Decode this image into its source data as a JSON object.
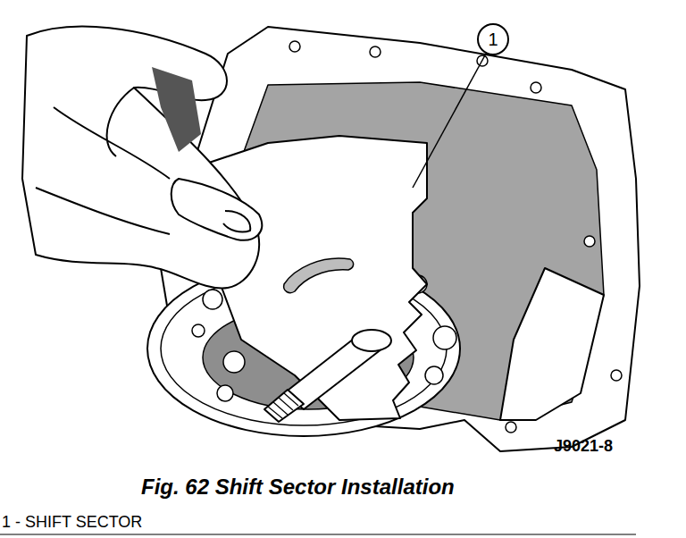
{
  "diagram": {
    "caption": "Fig. 62 Shift Sector Installation",
    "labels": [
      "1",
      "J9021-8",
      "1 - SHIFT SECTOR"
    ]
  }
}
